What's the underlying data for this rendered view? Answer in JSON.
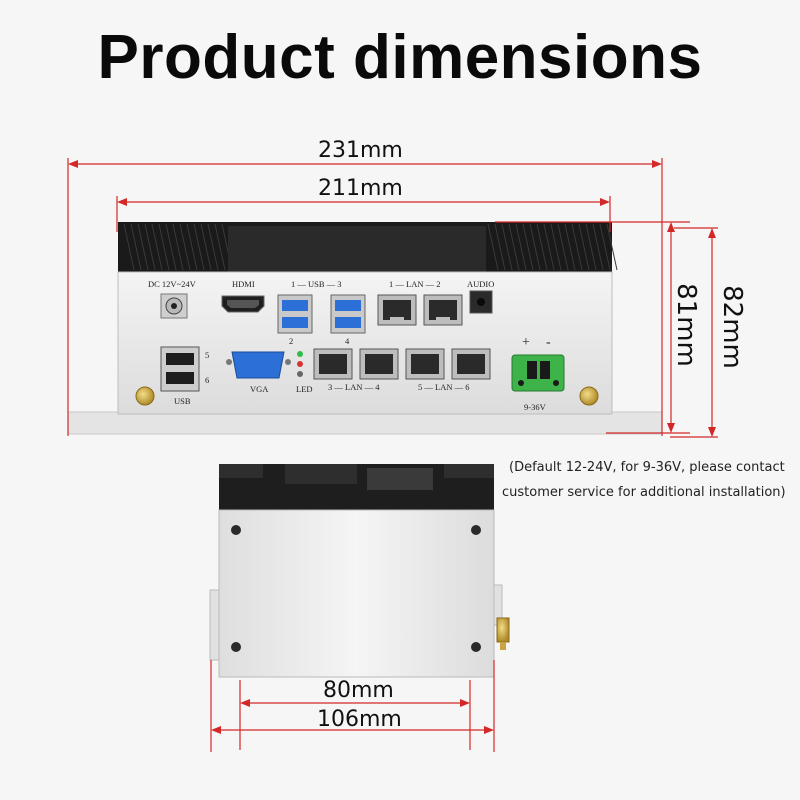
{
  "title": "Product dimensions",
  "dimensions": {
    "total_width": "231mm",
    "body_width": "211mm",
    "height_81": "81mm",
    "height_82": "82mm",
    "depth_80": "80mm",
    "depth_106": "106mm"
  },
  "note": {
    "line1": "(Default 12-24V, for 9-36V, please contact",
    "line2": "customer service for additional installation)"
  },
  "port_labels": {
    "dc": "DC  12V~24V",
    "hdmi": "HDMI",
    "usb_top": "1 — USB — 3",
    "usb_2": "2",
    "usb_4": "4",
    "lan_top": "1 — LAN — 2",
    "audio": "AUDIO",
    "usb_5": "5",
    "usb_6": "6",
    "usb": "USB",
    "vga": "VGA",
    "led": "LED",
    "lan_34": "3 — LAN — 4",
    "lan_56": "5 — LAN — 6",
    "power_plus": "+",
    "power_minus": "-",
    "power_range": "9-36V"
  },
  "colors": {
    "dimension_line": "#d42828",
    "terminal_green": "#3db34a",
    "usb3_blue": "#2c6fd6",
    "chassis": "#eeeeee",
    "heatsink": "#1a1a1a"
  }
}
